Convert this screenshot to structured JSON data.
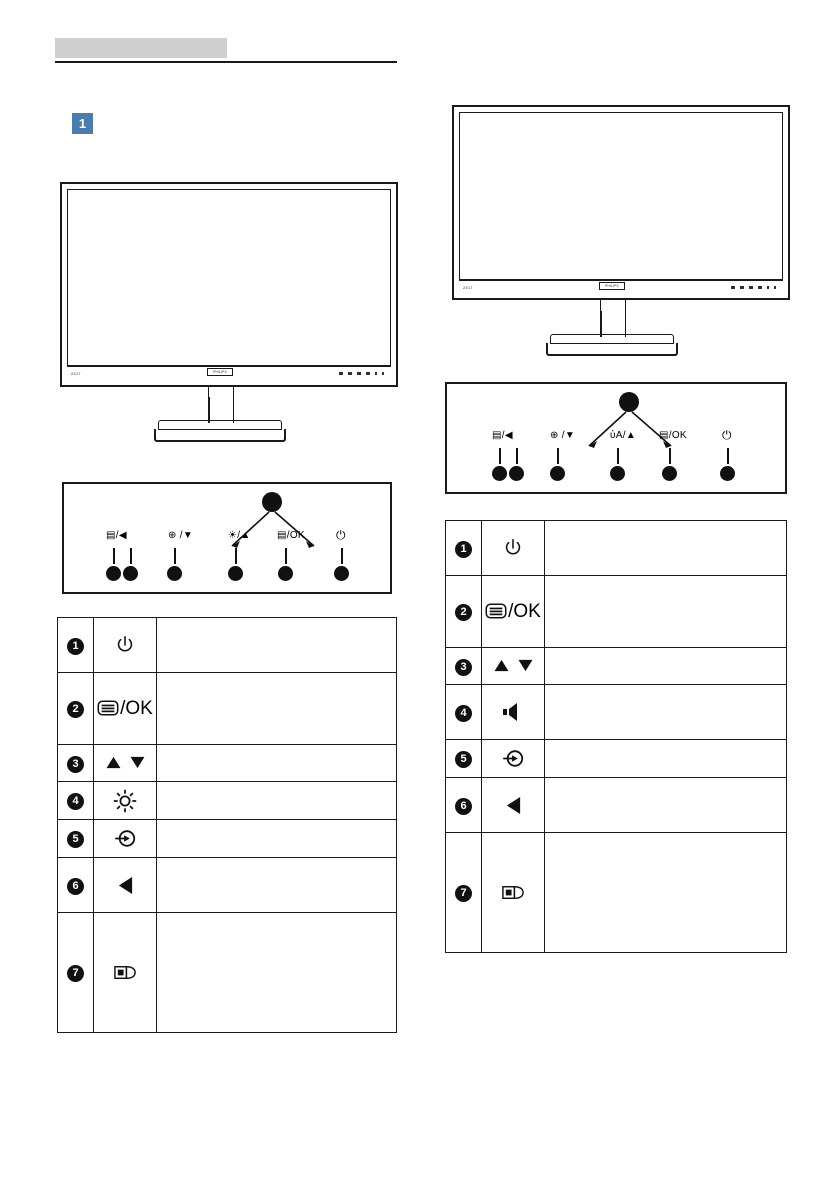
{
  "header": {
    "banner_text": "",
    "section_badge": "1"
  },
  "left_column": {
    "monitor": {
      "brand_logo": "PHILIPS",
      "model_label": "2417"
    },
    "control_panel": {
      "callout_number": "",
      "buttons": [
        {
          "label": "▤/◀",
          "icon": "smartimage-back-icon"
        },
        {
          "label": "⊕ /▼",
          "icon": "input-down-icon"
        },
        {
          "label": "☀/▲",
          "icon": "brightness-up-icon"
        },
        {
          "label": "▤/OK",
          "icon": "menu-ok-icon"
        },
        {
          "label": "⏻",
          "icon": "power-icon"
        }
      ]
    },
    "legend_table": {
      "rows": [
        {
          "num": "1",
          "icon": "power-icon",
          "icon_text": "",
          "desc": ""
        },
        {
          "num": "2",
          "icon": "menu-ok-icon",
          "icon_text": "/OK",
          "desc": ""
        },
        {
          "num": "3",
          "icon": "up-down-arrows-icon",
          "icon_text": "",
          "desc": ""
        },
        {
          "num": "4",
          "icon": "brightness-icon",
          "icon_text": "",
          "desc": ""
        },
        {
          "num": "5",
          "icon": "input-source-icon",
          "icon_text": "",
          "desc": ""
        },
        {
          "num": "6",
          "icon": "back-arrow-icon",
          "icon_text": "",
          "desc": ""
        },
        {
          "num": "7",
          "icon": "smartimage-icon",
          "icon_text": "",
          "desc": ""
        }
      ]
    }
  },
  "right_column": {
    "monitor": {
      "brand_logo": "PHILIPS",
      "model_label": "2417"
    },
    "control_panel": {
      "callout_number": "",
      "buttons": [
        {
          "label": "▤/◀",
          "icon": "smartimage-back-icon"
        },
        {
          "label": "⊕ /▼",
          "icon": "input-down-icon"
        },
        {
          "label": "ὐA/▲",
          "icon": "volume-up-icon"
        },
        {
          "label": "▤/OK",
          "icon": "menu-ok-icon"
        },
        {
          "label": "⏻",
          "icon": "power-icon"
        }
      ]
    },
    "legend_table": {
      "rows": [
        {
          "num": "1",
          "icon": "power-icon",
          "icon_text": "",
          "desc": ""
        },
        {
          "num": "2",
          "icon": "menu-ok-icon",
          "icon_text": "/OK",
          "desc": ""
        },
        {
          "num": "3",
          "icon": "up-down-arrows-icon",
          "icon_text": "",
          "desc": ""
        },
        {
          "num": "4",
          "icon": "volume-icon",
          "icon_text": "",
          "desc": ""
        },
        {
          "num": "5",
          "icon": "input-source-icon",
          "icon_text": "",
          "desc": ""
        },
        {
          "num": "6",
          "icon": "back-arrow-icon",
          "icon_text": "",
          "desc": ""
        },
        {
          "num": "7",
          "icon": "smartimage-icon",
          "icon_text": "",
          "desc": ""
        }
      ]
    }
  },
  "colors": {
    "badge_blue": "#4a7cb0",
    "banner_gray": "#cfcfcf",
    "line_black": "#1a1a1a"
  }
}
